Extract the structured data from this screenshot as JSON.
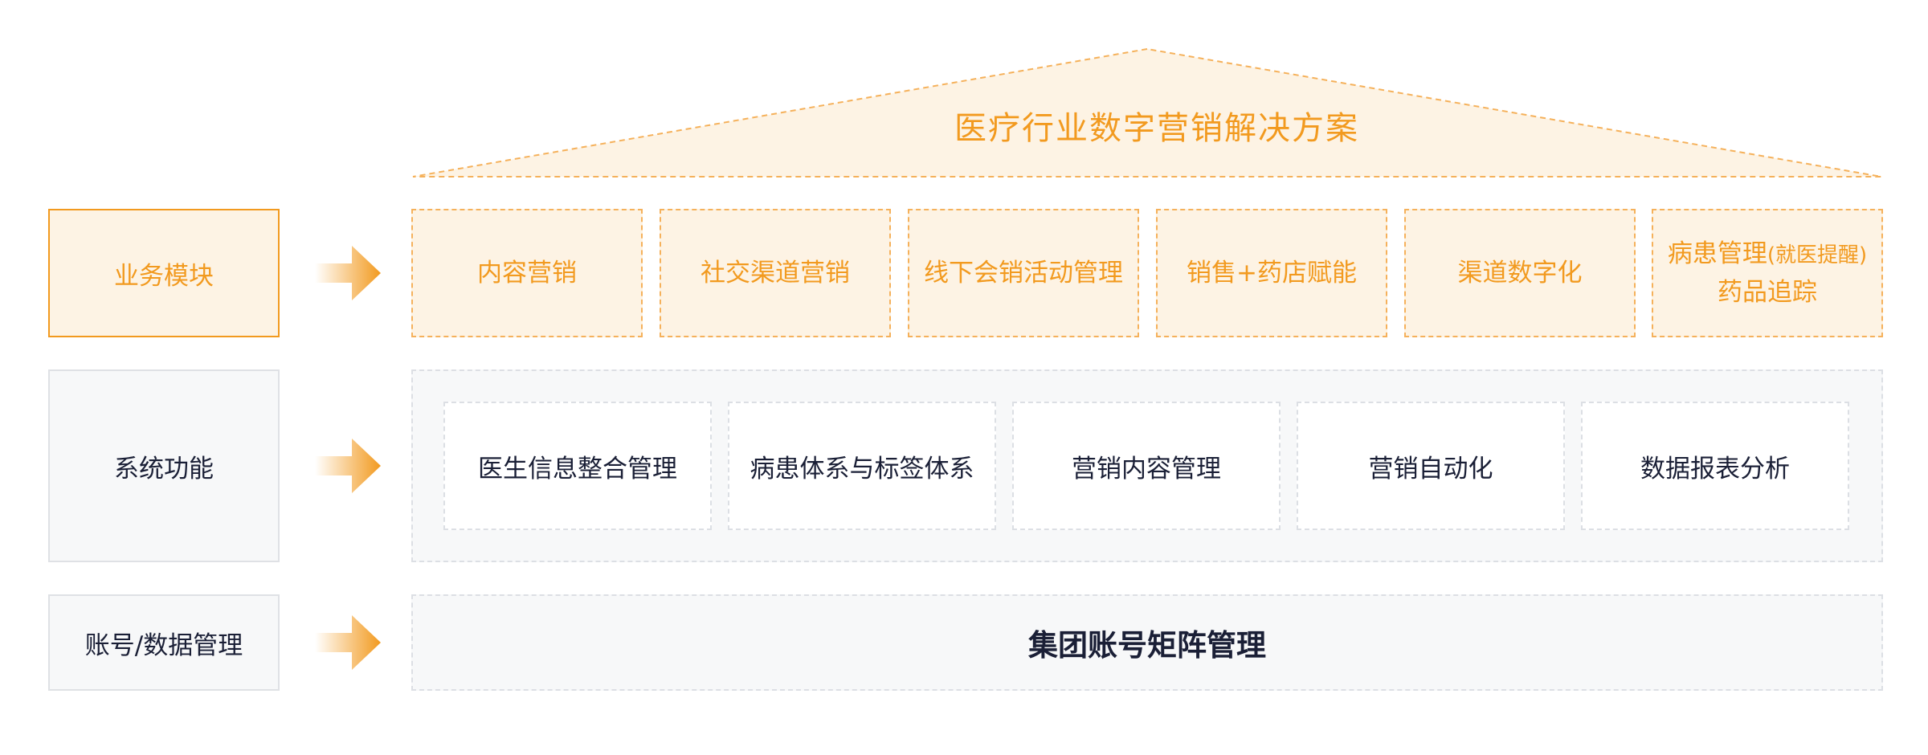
{
  "colors": {
    "accent_orange": "#f29a1f",
    "orange_fill": "#fdf3e4",
    "dark_text": "#1a1f36",
    "gray_fill": "#f7f8f9",
    "gray_border": "#dcdfe4"
  },
  "roof": {
    "title": "医疗行业数字营销解决方案"
  },
  "rows": {
    "business": {
      "label": "业务模块",
      "modules": [
        {
          "line1": "内容营销"
        },
        {
          "line1": "社交渠道营销"
        },
        {
          "line1": "线下会销活动管理"
        },
        {
          "line1": "销售+药店赋能"
        },
        {
          "line1": "渠道数字化"
        },
        {
          "line1_main": "病患管理",
          "line1_small": "(就医提醒)",
          "line2": "药品追踪"
        }
      ]
    },
    "system": {
      "label": "系统功能",
      "items": [
        "医生信息整合管理",
        "病患体系与标签体系",
        "营销内容管理",
        "营销自动化",
        "数据报表分析"
      ]
    },
    "account": {
      "label": "账号/数据管理",
      "content": "集团账号矩阵管理"
    }
  },
  "icons": {
    "row_arrow": "arrow-right-icon"
  }
}
